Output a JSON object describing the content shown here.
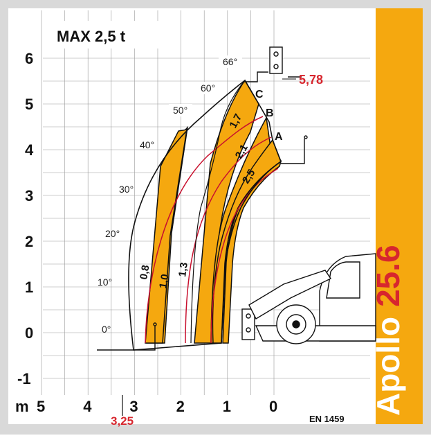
{
  "title": "MAX 2,5 t",
  "brand": {
    "word1": "Apollo",
    "word2": "25.6",
    "band_color": "#F5A80F",
    "word1_color": "#FFFFFF",
    "word2_color": "#D7262E"
  },
  "standard": "EN 1459",
  "unit_label": "m",
  "colors": {
    "zone": "#F5A80F",
    "curve": "#C8102E",
    "value_red": "#D7262E",
    "frame_gray": "#D9D9D9"
  },
  "chart_data": {
    "type": "load-chart",
    "title": "MAX 2,5 t",
    "xlabel": "m",
    "xlim": [
      0,
      5
    ],
    "ylim": [
      -1,
      6
    ],
    "x_direction": "decreasing-right",
    "x_ticks": [
      "5",
      "4",
      "3",
      "2",
      "1",
      "0"
    ],
    "y_ticks": [
      "-1",
      "0",
      "1",
      "2",
      "3",
      "4",
      "5",
      "6"
    ],
    "grid": true,
    "max_height": {
      "label": "5,78",
      "value": 5.78
    },
    "max_reach": {
      "label": "3,25",
      "value": 3.25
    },
    "boom_angles": [
      "0°",
      "10°",
      "20°",
      "30°",
      "40°",
      "50°",
      "60°",
      "66°"
    ],
    "extension_labels": [
      "A",
      "B",
      "C"
    ],
    "load_zones": [
      {
        "label": "0,8",
        "capacity_t": 0.8
      },
      {
        "label": "1,0",
        "capacity_t": 1.0
      },
      {
        "label": "1,3",
        "capacity_t": 1.3
      },
      {
        "label": "1,7",
        "capacity_t": 1.7
      },
      {
        "label": "2,1",
        "capacity_t": 2.1
      },
      {
        "label": "2,5",
        "capacity_t": 2.5
      }
    ]
  }
}
